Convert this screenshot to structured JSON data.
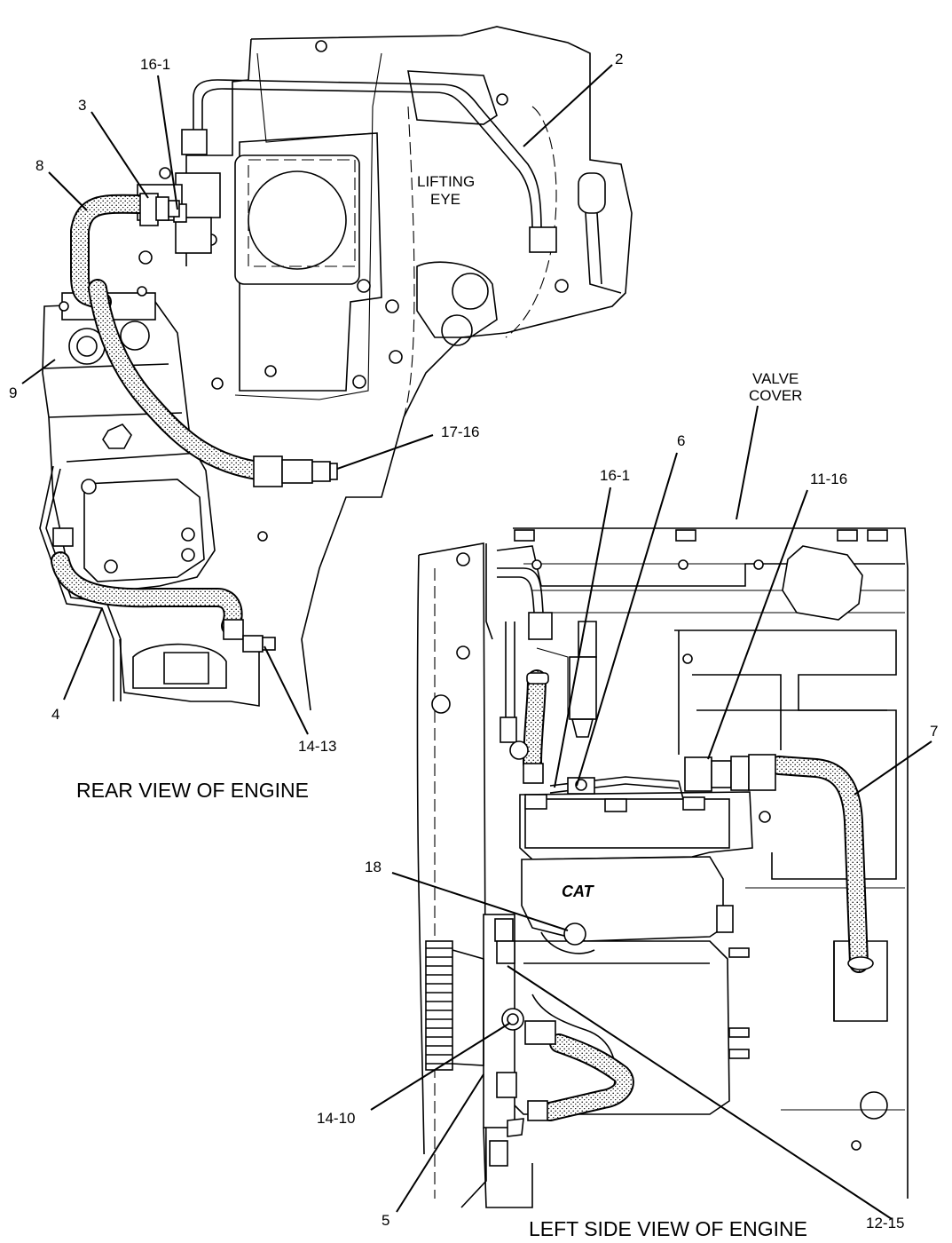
{
  "rear_view": {
    "caption": "REAR VIEW OF ENGINE",
    "lifting_eye_line1": "LIFTING",
    "lifting_eye_line2": "EYE",
    "callouts": {
      "c16_1": "16-1",
      "c2": "2",
      "c3": "3",
      "c8": "8",
      "c9": "9",
      "c17_16": "17-16",
      "c4": "4",
      "c14_13": "14-13"
    }
  },
  "side_view": {
    "caption": "LEFT SIDE VIEW OF ENGINE",
    "valve_cover_line1": "VALVE",
    "valve_cover_line2": "COVER",
    "cat_logo_text": "CAT",
    "callouts": {
      "c6": "6",
      "c16_1": "16-1",
      "c11_16": "11-16",
      "c7": "7",
      "c18": "18",
      "c14_10": "14-10",
      "c5": "5",
      "c12_15": "12-15"
    }
  }
}
